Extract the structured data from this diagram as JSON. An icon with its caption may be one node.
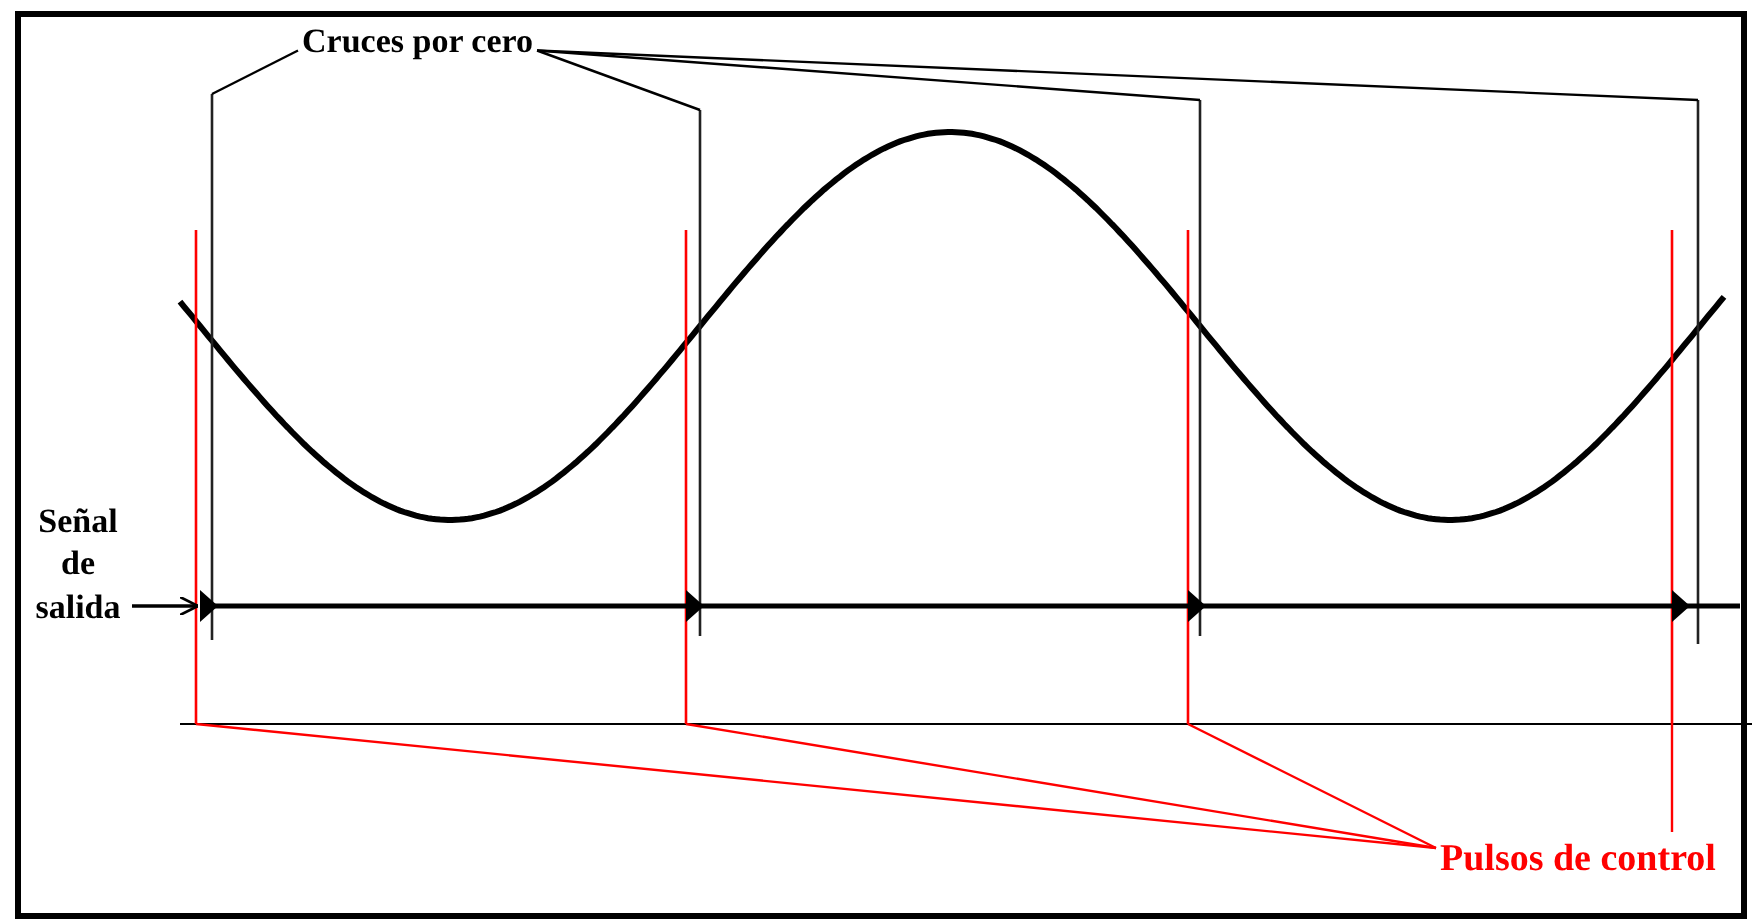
{
  "diagram": {
    "nodes": [
      {
        "text": [
          "Cruces por cero"
        ]
      },
      {
        "text": [],
        "shape": "line"
      },
      {
        "text": [],
        "shape": "line"
      },
      {
        "text": [],
        "shape": "line"
      },
      {
        "text": [],
        "shape": "line"
      },
      {
        "text": [
          "Pulsos de control"
        ]
      },
      {
        "text": [],
        "shape": "line"
      },
      {
        "text": [],
        "shape": "line"
      },
      {
        "text": [],
        "shape": "line"
      },
      {
        "text": [],
        "shape": "line"
      },
      {
        "text": [
          "Señal de salida"
        ]
      },
      {
        "text": [],
        "shape": "line"
      }
    ],
    "edges": [
      {
        "from": 0,
        "to": 1,
        "arrow": "none"
      },
      {
        "from": 0,
        "to": 2,
        "arrow": "none"
      },
      {
        "from": 0,
        "to": 3,
        "arrow": "none"
      },
      {
        "from": 0,
        "to": 4,
        "arrow": "none"
      },
      {
        "from": 5,
        "to": 6,
        "arrow": "none",
        "color": "#ff0000"
      },
      {
        "from": 5,
        "to": 7,
        "arrow": "none",
        "color": "#ff0000"
      },
      {
        "from": 5,
        "to": 8,
        "arrow": "none",
        "color": "#ff0000"
      },
      {
        "from": 5,
        "to": 9,
        "arrow": "none",
        "color": "#ff0000"
      },
      {
        "from": 10,
        "to": 11,
        "arrow": "to"
      }
    ]
  }
}
